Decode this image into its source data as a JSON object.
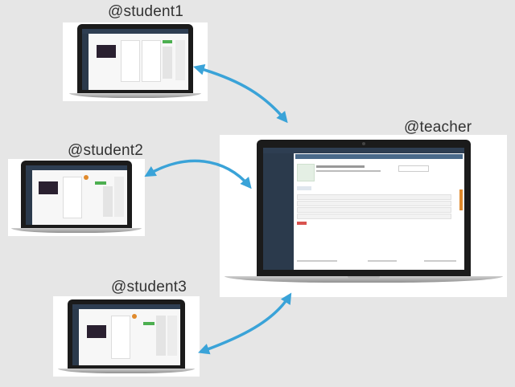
{
  "labels": {
    "student1": "@student1",
    "student2": "@student2",
    "student3": "@student3",
    "teacher": "@teacher"
  },
  "colors": {
    "background": "#e6e6e6",
    "arrow": "#3aa3d8",
    "app_topbar": "#2e3e52",
    "app_sidebar": "#2b3a4c",
    "accent_green": "#4caf50",
    "accent_red": "#d9534f",
    "accent_orange": "#e08a2c"
  },
  "icons": {
    "arrow": "double-headed-arrow-icon",
    "camera": "camera-icon"
  }
}
